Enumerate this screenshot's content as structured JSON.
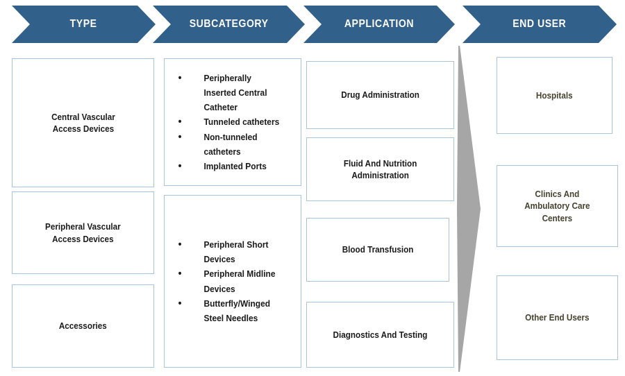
{
  "colors": {
    "header_blue": "#31608a",
    "box_border": "#a9c4e0",
    "box_fill": "#ffffff",
    "arrow_gray": "#a6a6a6",
    "text_dark": "#1a1a1a",
    "text_olive": "#46412f",
    "background": "#ffffff"
  },
  "header": {
    "columns": [
      {
        "label": "TYPE"
      },
      {
        "label": "SUBCATEGORY"
      },
      {
        "label": "APPLICATION"
      },
      {
        "label": "END USER"
      }
    ]
  },
  "columns": {
    "type": {
      "heading": "TYPE",
      "items": [
        {
          "label": "Central Vascular\nAccess Devices"
        },
        {
          "label": "Peripheral Vascular\nAccess Devices"
        },
        {
          "label": "Accessories"
        }
      ]
    },
    "subcategory": {
      "heading": "SUBCATEGORY",
      "groups": [
        {
          "bullets": [
            "Peripherally Inserted Central Catheter",
            "Tunneled catheters",
            "Non-tunneled catheters",
            "Implanted Ports"
          ]
        },
        {
          "bullets": [
            "Peripheral Short Devices",
            "Peripheral Midline Devices",
            "Butterfly/Winged Steel Needles"
          ]
        }
      ]
    },
    "application": {
      "heading": "APPLICATION",
      "items": [
        {
          "label": "Drug Administration"
        },
        {
          "label": "Fluid And Nutrition\nAdministration"
        },
        {
          "label": "Blood Transfusion"
        },
        {
          "label": "Diagnostics And Testing"
        }
      ]
    },
    "end_user": {
      "heading": "END USER",
      "items": [
        {
          "label": "Hospitals"
        },
        {
          "label": "Clinics And\nAmbulatory Care\nCenters"
        },
        {
          "label": "Other End Users"
        }
      ]
    }
  },
  "decorations": {
    "flow_arrow": "right-pointing-tapered-arrow"
  }
}
